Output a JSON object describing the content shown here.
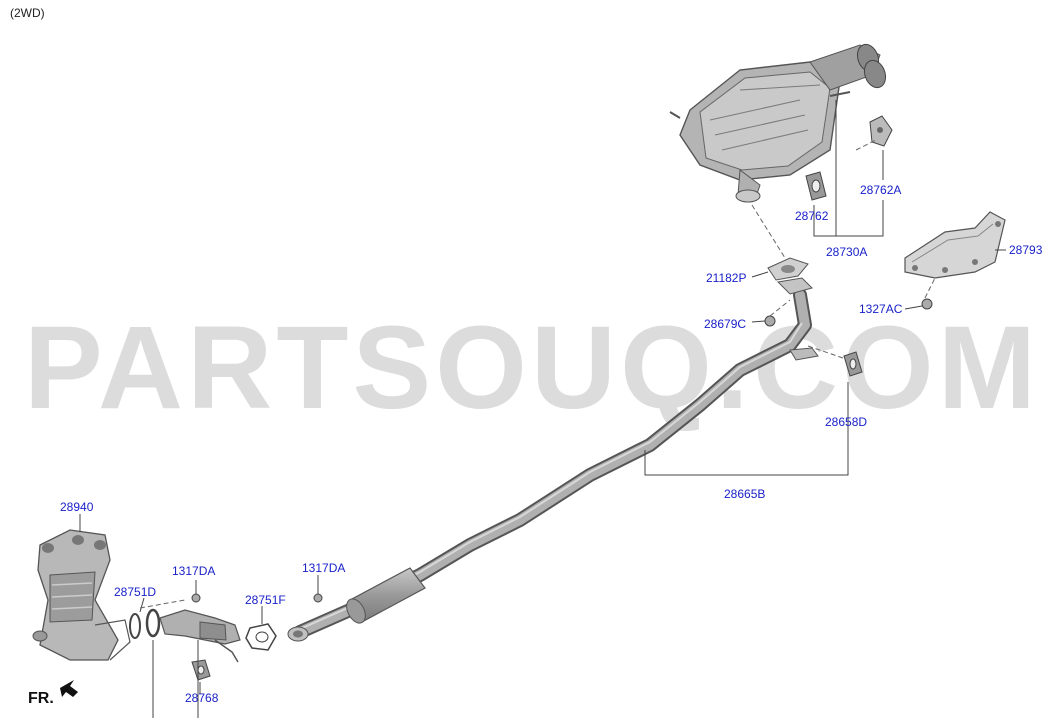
{
  "variant": "(2WD)",
  "direction_label": "FR.",
  "watermark": "PARTSOUQ.COM",
  "colors": {
    "callout": "#1a22c8",
    "part_fill": "#a9a9a9",
    "part_stroke": "#5a5a5a"
  },
  "parts": {
    "p28940": "28940",
    "p28751D": "28751D",
    "p1317DA_a": "1317DA",
    "p1317DA_b": "1317DA",
    "p28751F": "28751F",
    "p28768": "28768",
    "p28665B": "28665B",
    "p28658D": "28658D",
    "p28679C": "28679C",
    "p21182P": "21182P",
    "p28762": "28762",
    "p28762A": "28762A",
    "p28730A": "28730A",
    "p28793": "28793",
    "p1327AC": "1327AC"
  }
}
